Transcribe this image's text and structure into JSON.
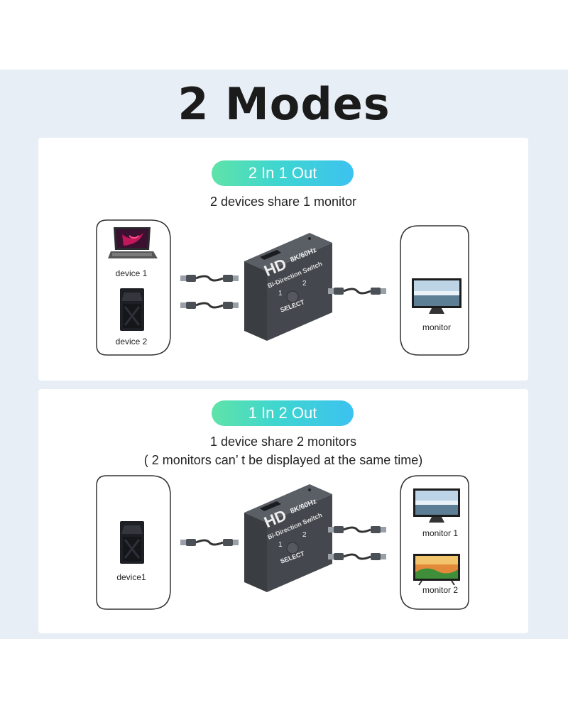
{
  "title": "2 Modes",
  "mode1": {
    "badge": "2 In 1 Out",
    "description": "2 devices share 1 monitor",
    "device_labels": [
      "device 1",
      "device 2"
    ],
    "monitor_label": "monitor"
  },
  "mode2": {
    "badge": "1 In 2 Out",
    "description": "1 device share 2 monitors",
    "note": "( 2 monitors can’ t be displayed at the same time)",
    "device_label": "device1",
    "monitor_labels": [
      "monitor 1",
      "monitor 2"
    ]
  },
  "switch": {
    "logo": "HD",
    "spec": "8K/60Hz",
    "name": "Bi-Direction Switch",
    "port1": "1",
    "port2": "2",
    "button": "SELECT"
  },
  "colors": {
    "badge_start": "#5fe3a8",
    "badge_end": "#3cc2f0",
    "band": "#e7eef6"
  }
}
